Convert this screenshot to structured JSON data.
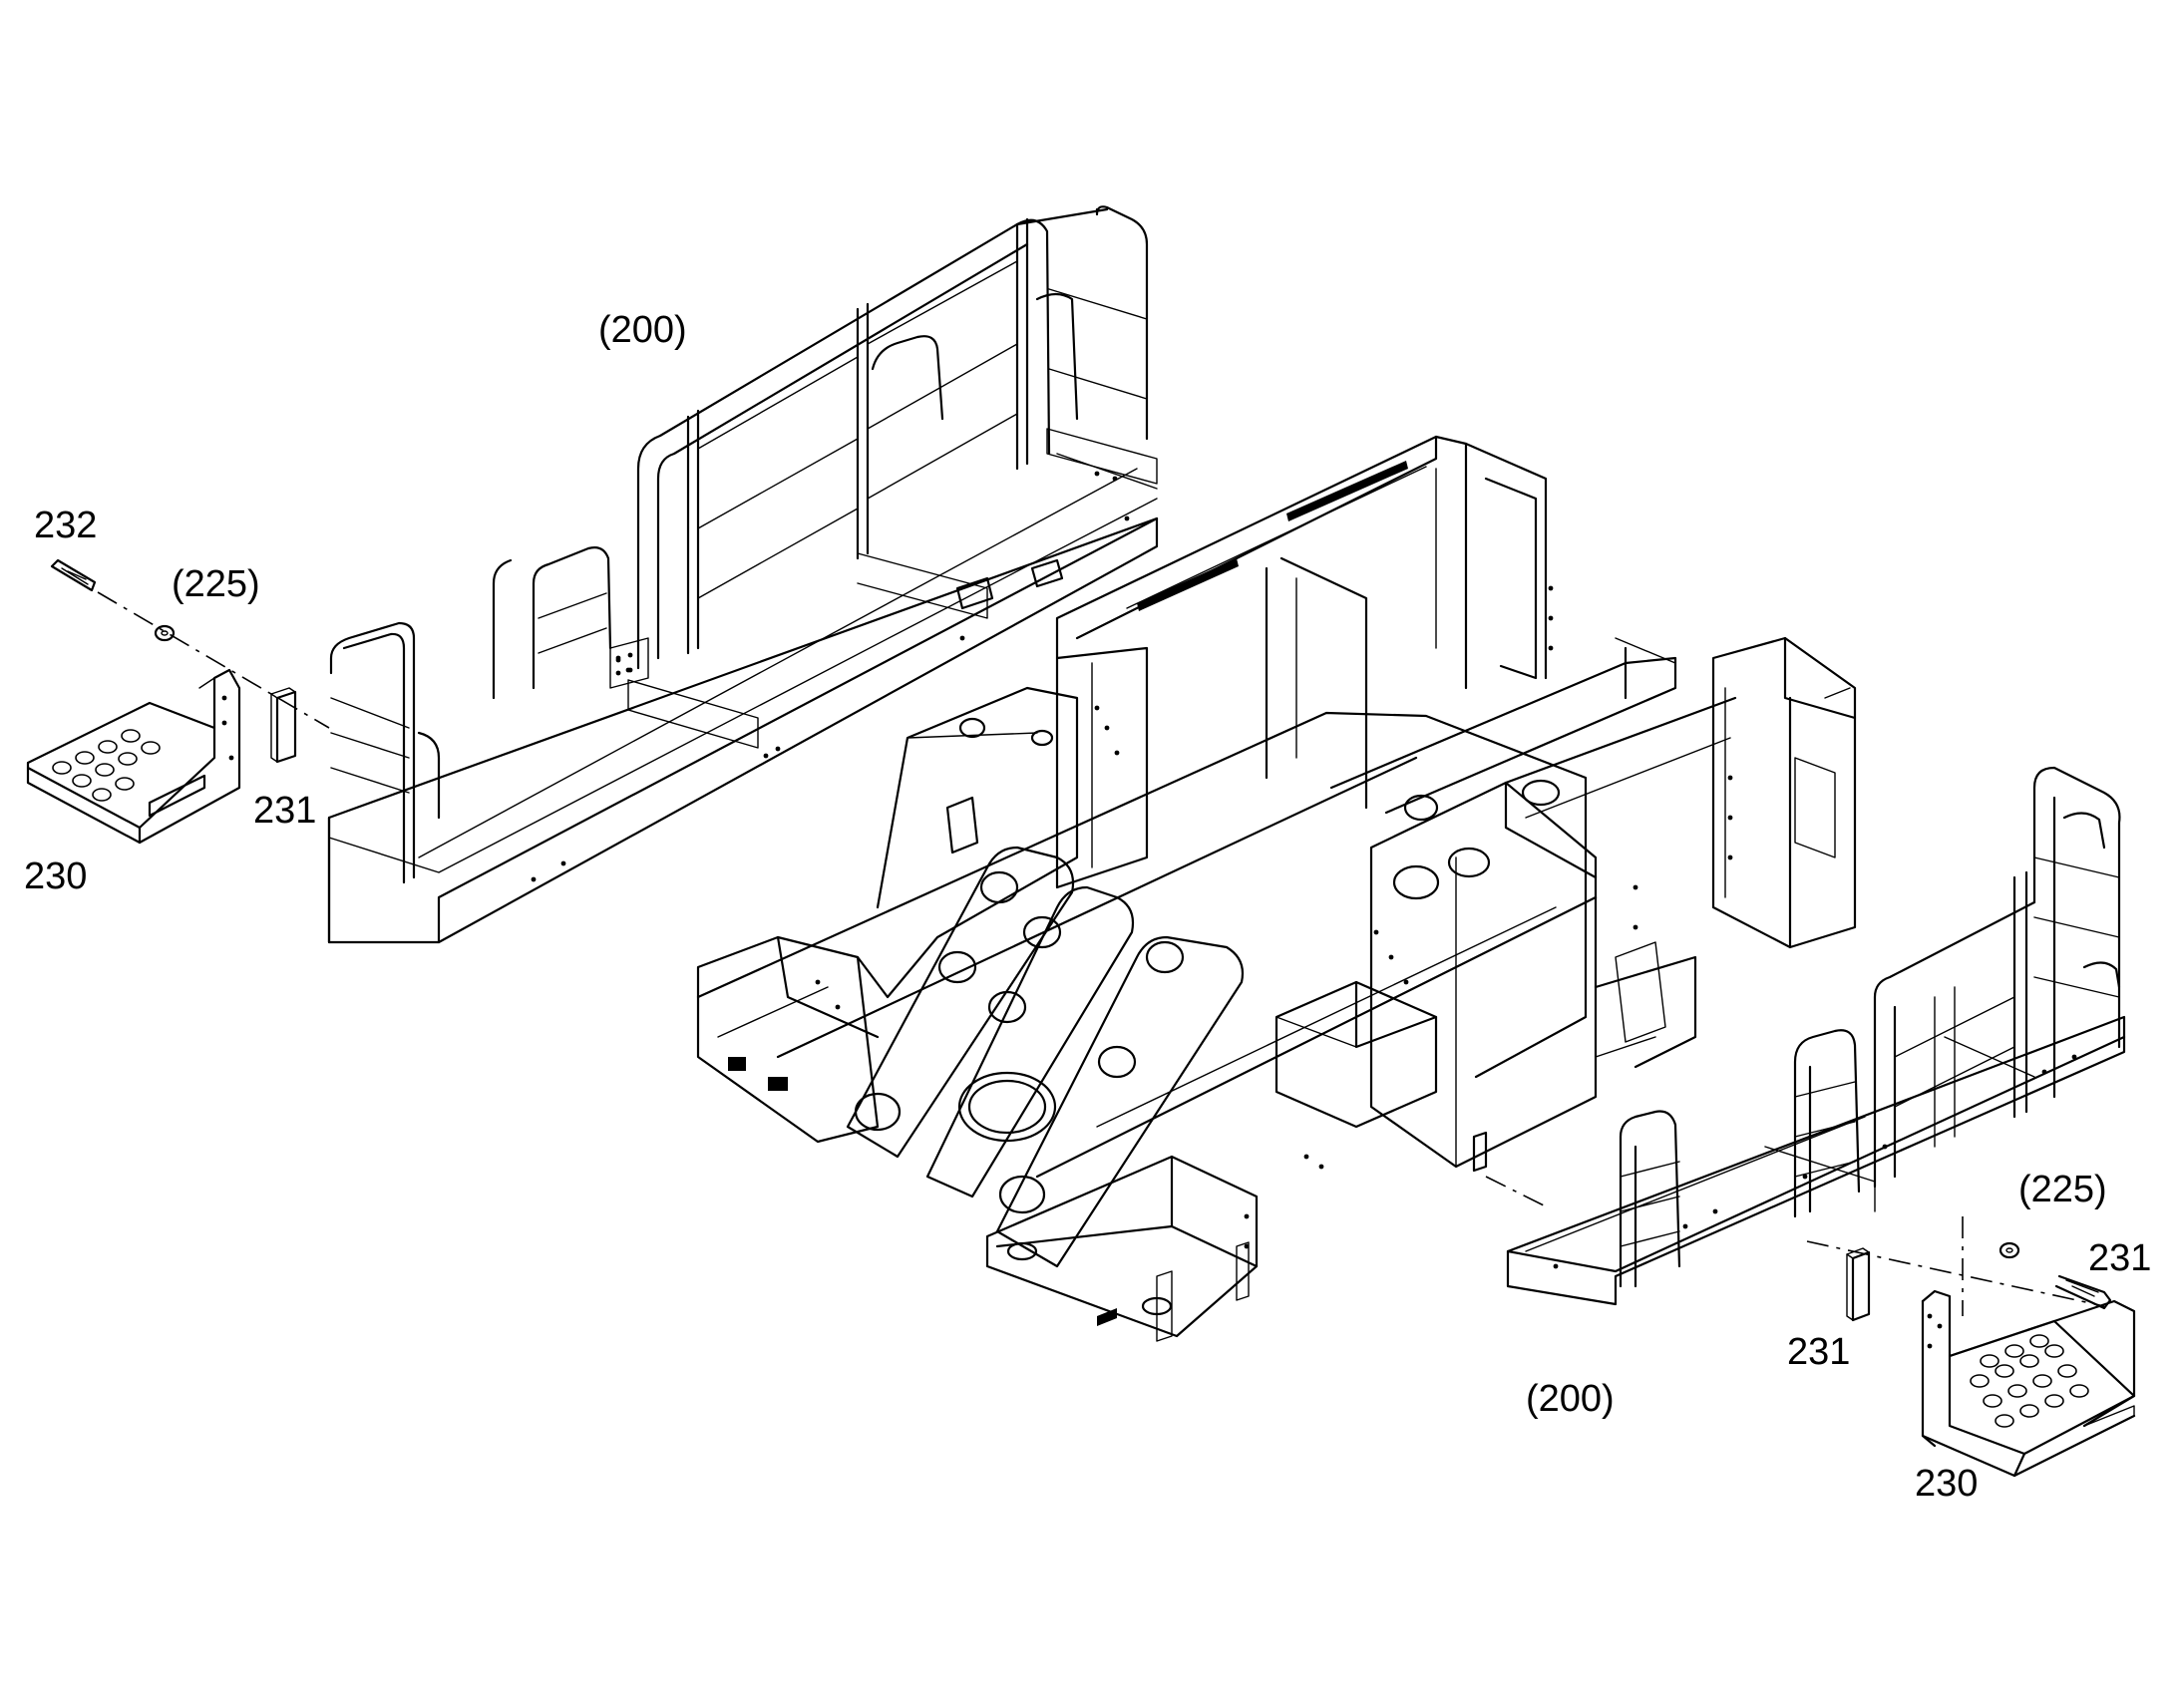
{
  "callouts": {
    "walkway_left": "(200)",
    "walkway_right": "(200)",
    "bolt_left": "232",
    "washer_left": "(225)",
    "spacer_left": "231",
    "step_left": "230",
    "washer_right": "(225)",
    "bolt_right": "231",
    "spacer_right": "231",
    "step_right": "230"
  }
}
